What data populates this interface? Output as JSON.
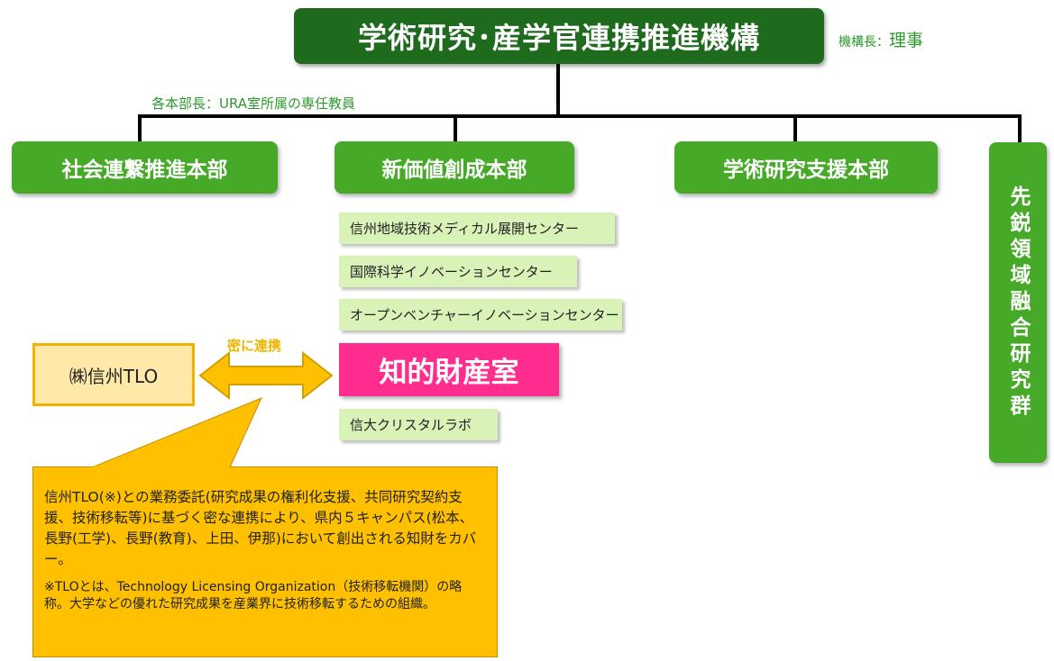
{
  "organization": {
    "name": "学術研究･産学官連携推進機構",
    "head_prefix": "機構長：",
    "head_title": "理事"
  },
  "department_heads_note": "各本部長：URA室所属の専任教員",
  "departments": [
    "社会連繋推進本部",
    "新価値創成本部",
    "学術研究支援本部",
    "先鋭領域融合研究群"
  ],
  "centers": [
    "信州地域技術メディカル展開センター",
    "国際科学イノベーションセンター",
    "オープンベンチャーイノベーションセンター"
  ],
  "ip_office": "知的財産室",
  "crystal_lab": "信大クリスタルラボ",
  "tlo": "㈱信州TLO",
  "collaboration_label": "密に連携",
  "callout": {
    "main": "信州TLO(※)との業務委託(研究成果の権利化支援、共同研究契約支援、技術移転等)に基づく密な連携により、県内５キャンパス(松本、長野(工学)、長野(教育)、上田、伊那)において創出される知財をカバー。",
    "note": "※TLOとは、Technology Licensing Organization（技術移転機関）の略称。大学などの優れた研究成果を産業界に技術移転するための組織。"
  },
  "colors": {
    "dark_green": "#1e6b1e",
    "green": "#46aa28",
    "light_green": "#d8f2b8",
    "pink": "#ff2e8e",
    "orange": "#ffc000",
    "light_yellow": "#ffe8a8"
  }
}
